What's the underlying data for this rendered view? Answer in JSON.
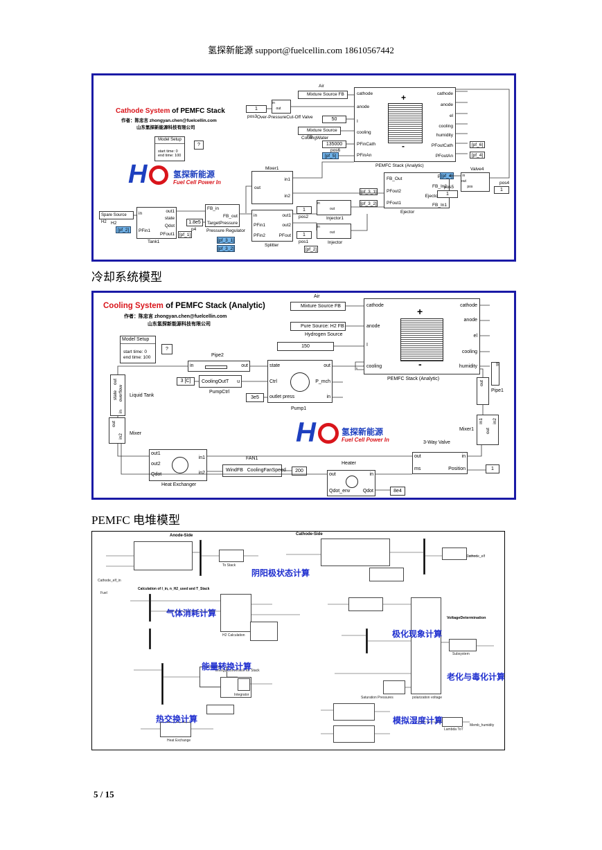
{
  "header": {
    "text": "氢探新能源  support@fuelcellin.com    18610567442"
  },
  "fig1": {
    "title_red": "Cathode System",
    "title_black": " of PEMFC Stack",
    "author": "作者：陈忠言 zhongyan.chen@fuelcellin.com",
    "company": "山东氢探新能源科技有限公司",
    "model_setup": {
      "title": "Model Setup",
      "l1": "start time: 0",
      "l2": "end time: 100"
    },
    "help": "?",
    "logo": {
      "hh": "H",
      "o": "O",
      "cn": "氢探新能源",
      "en": "Fuel Cell Power In"
    },
    "air": "Air",
    "mixture1": "Mixture Source  FB",
    "mixture2": "Mixture Source  FB",
    "cooling_water": "CoolingWater",
    "pos3": "pos3",
    "valve_label": "Over-PressureCut-Off Valve",
    "const1": "1",
    "const50": "50",
    "const135000": "135000",
    "pos6": "pos6",
    "pf5": "[pf_5]",
    "stack_label": "PEMFC Stack (Analytic)",
    "stack_ports_left": [
      "cathode",
      "anode",
      "I",
      "cooling",
      "PFinCath",
      "PFinAn"
    ],
    "stack_ports_right": [
      "cathode",
      "anode",
      "el",
      "cooling",
      "humidity",
      "PFoutCath",
      "PFoutAn"
    ],
    "pf6": "[pf_6]",
    "pf4b": "[pf_4]",
    "mixer1": "Mixer1",
    "mixer_ports": [
      "out",
      "in1",
      "in2"
    ],
    "ejector": "Ejector",
    "ejector_ports_left": [
      "FB_Out",
      "PFout2",
      "PFout1"
    ],
    "ejector_ports_right": [
      "PFin",
      "FB_In2",
      "EjectorPos",
      "FB_In1"
    ],
    "pf4": "[pf_4]",
    "pos5": "pos5",
    "const1b": "1",
    "valve4": "Valve4",
    "pos4": "pos4",
    "const1c": "1",
    "pf31": "[pf_3_1]",
    "pf32": "[pf_3_2]",
    "spare": "Spare Source  H2",
    "h2": "H2",
    "pf2": "[pf_2]",
    "tank": "Tank1",
    "tank_ports": [
      "in",
      "out1",
      "state",
      "Qdot",
      "PFin1",
      "PFout1"
    ],
    "pf1": "[pf_1]",
    "p4": "p4",
    "const18e5": "1.8e5",
    "pressure_reg": "Pressure Regulator",
    "pr_ports": [
      "FB_in",
      "FB_out",
      "TargetPressure"
    ],
    "splitter": "Splitter",
    "sp_ports": [
      "in",
      "out1",
      "PFin1",
      "out2",
      "PFin2",
      "PFout"
    ],
    "pos2": "pos2",
    "const1d": "1",
    "injector1": "Injector1",
    "pos1": "pos1",
    "const1e": "1",
    "injector": "Injector",
    "pf31b": "[pf_3_1]",
    "pf32b": "[pf_3_2]",
    "pf2b": "[pf_2]"
  },
  "section2": "冷却系统模型",
  "fig2": {
    "title_red": "Cooling System",
    "title_black": " of PEMFC Stack (Analytic)",
    "author": "作者：陈忠言 zhongyan.chen@fuelcellin.com",
    "company": "山东氢探新能源科技有限公司",
    "model_setup": {
      "title": "Model Setup",
      "l1": "start time: 0",
      "l2": "end time: 100"
    },
    "help": "?",
    "air": "Air",
    "mixture": "Mixture Source FB",
    "pure": "Pure Source: H2 FB",
    "hydrogen": "Hydrogen Source",
    "const150": "150",
    "stack_label": "PEMFC Stack (Analytic)",
    "stack_ports_left": [
      "cathode",
      "anode",
      "I",
      "cooling"
    ],
    "stack_ports_right": [
      "cathode",
      "anode",
      "el",
      "cooling",
      "humidity"
    ],
    "pipe2": "Pipe2",
    "pipe2_ports": [
      "in",
      "out"
    ],
    "pump": "Pump1",
    "pump_ports_left": [
      "state",
      "Ctrl",
      "outlet press"
    ],
    "pump_ports_right": [
      "out",
      "P_mch",
      "in"
    ],
    "cooling_out": "CoolingOutT",
    "u": "u",
    "pumpctrl": "PumpCtrl",
    "c3": "3",
    "c_unit": "[C]",
    "const3e5": "3e5",
    "liquid_tank": "Liquid Tank",
    "lt_ports": [
      "out",
      "state",
      "overflow",
      "in"
    ],
    "mixer": "Mixer",
    "mixer_ports": [
      "out",
      "in2",
      "in1"
    ],
    "pipe1": "Pipe1",
    "pipe1_ports": [
      "in",
      "out"
    ],
    "mixer1": "Mixer1",
    "mixer1_ports": [
      "in1",
      "out",
      "in2"
    ],
    "valve3": "3-Way Valve",
    "valve_ports": [
      "out",
      "in",
      "ms",
      "Position"
    ],
    "const1": "1",
    "hx": "Heat Exchanger",
    "hx_ports": [
      "out1",
      "out2",
      "Qdot",
      "in1",
      "in2"
    ],
    "fan": "FAN1",
    "windfb": "WindFB",
    "fanspeed": "CoolingFanSpeed",
    "const200": "200",
    "heater": "Heater",
    "heater_ports": [
      "out",
      "in",
      "Qdot_env",
      "Qdot"
    ],
    "const8e4": "8e4"
  },
  "section3": "PEMFC 电堆模型",
  "fig3": {
    "anode_side": "Anode-Side",
    "cathode_side": "Cathode-Side",
    "calc_title": "Calculation of I_in, n_H2_used and T_Stack",
    "voltage": "VoltageDetermination",
    "ann": [
      "阴阳极状态计算",
      "气体消耗计算",
      "极化现象计算",
      "能量转换计算",
      "老化与毒化计算",
      "热交换计算",
      "模拟湿度计算"
    ],
    "energy": "Energy Conversion for Stack",
    "heat_ex": "Heat Exchange",
    "h2_calc": "H2 Calculation",
    "subsystem": "Subsystem",
    "polarization": "polarization voltage",
    "sat_press": "Saturation Pressures",
    "integrator": "Integrator",
    "thermal_mass": "thermal_mass_stack",
    "cathode_elf": "Cathode_elf",
    "cathode_in": "Cathode_elf_in",
    "fuel": "Fuel",
    "memb": "Memb_humidity",
    "lambda": "Lambda ToT"
  },
  "footer": {
    "page": "5  /  15"
  }
}
